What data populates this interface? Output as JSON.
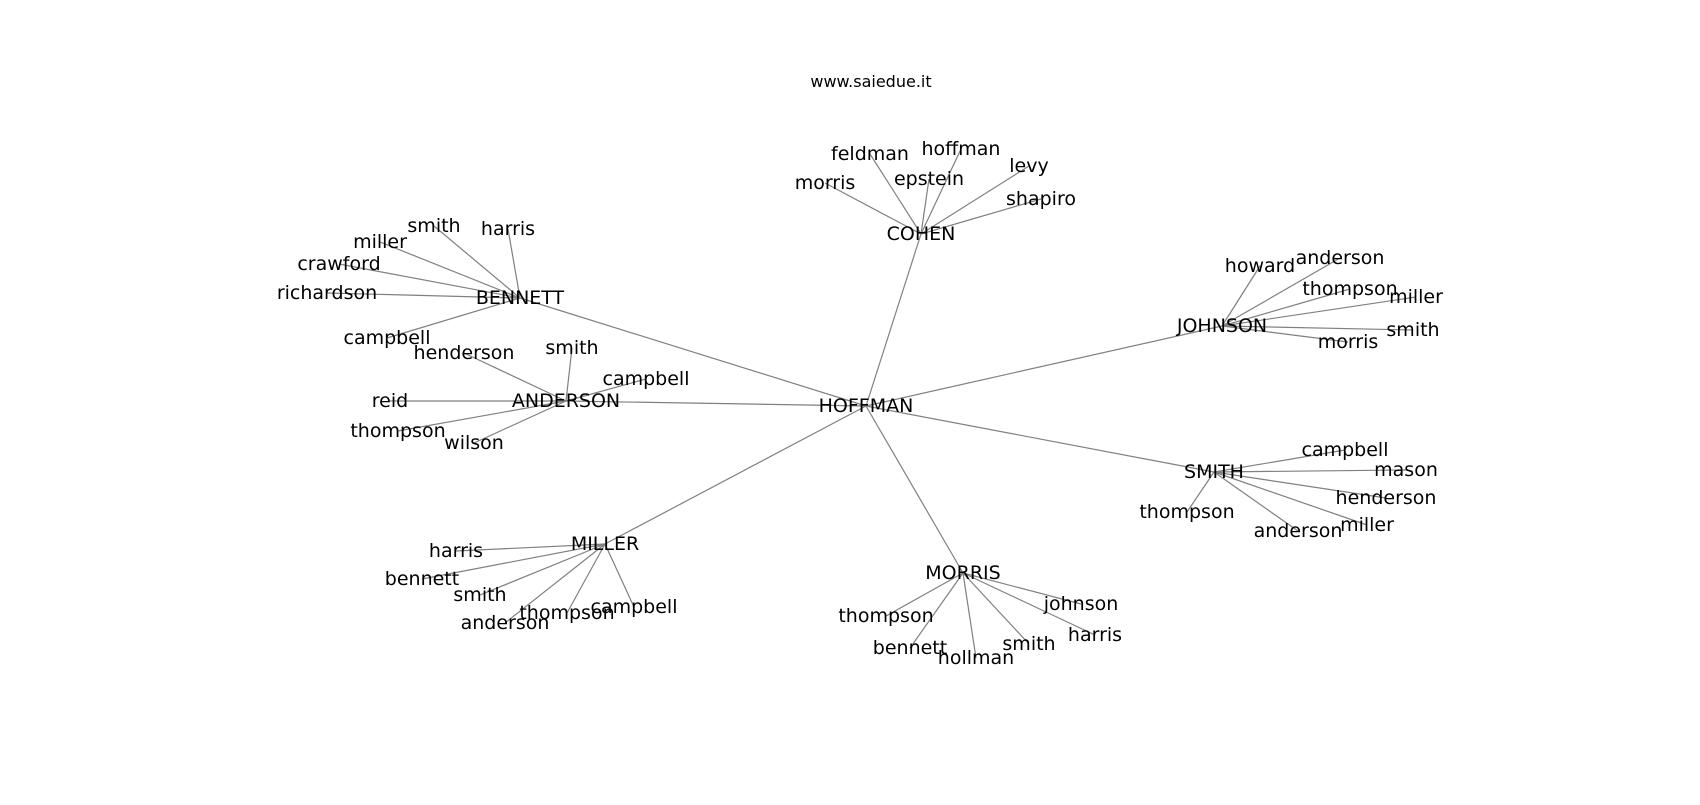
{
  "watermark": "www.saiedue.it",
  "graph": {
    "root": "HOFFMAN",
    "clusters": [
      {
        "hub": "BENNETT",
        "leaves": [
          "smith",
          "harris",
          "miller",
          "crawford",
          "richardson",
          "campbell"
        ]
      },
      {
        "hub": "COHEN",
        "leaves": [
          "feldman",
          "hoffman",
          "epstein",
          "levy",
          "morris",
          "shapiro"
        ]
      },
      {
        "hub": "JOHNSON",
        "leaves": [
          "howard",
          "anderson",
          "thompson",
          "miller",
          "smith",
          "morris"
        ]
      },
      {
        "hub": "ANDERSON",
        "leaves": [
          "henderson",
          "smith",
          "campbell",
          "reid",
          "thompson",
          "wilson"
        ]
      },
      {
        "hub": "SMITH",
        "leaves": [
          "campbell",
          "mason",
          "henderson",
          "thompson",
          "anderson",
          "miller"
        ]
      },
      {
        "hub": "MILLER",
        "leaves": [
          "harris",
          "bennett",
          "smith",
          "thompson",
          "anderson",
          "campbell"
        ]
      },
      {
        "hub": "MORRIS",
        "leaves": [
          "johnson",
          "thompson",
          "harris",
          "smith",
          "bennett",
          "hollman"
        ]
      }
    ]
  }
}
